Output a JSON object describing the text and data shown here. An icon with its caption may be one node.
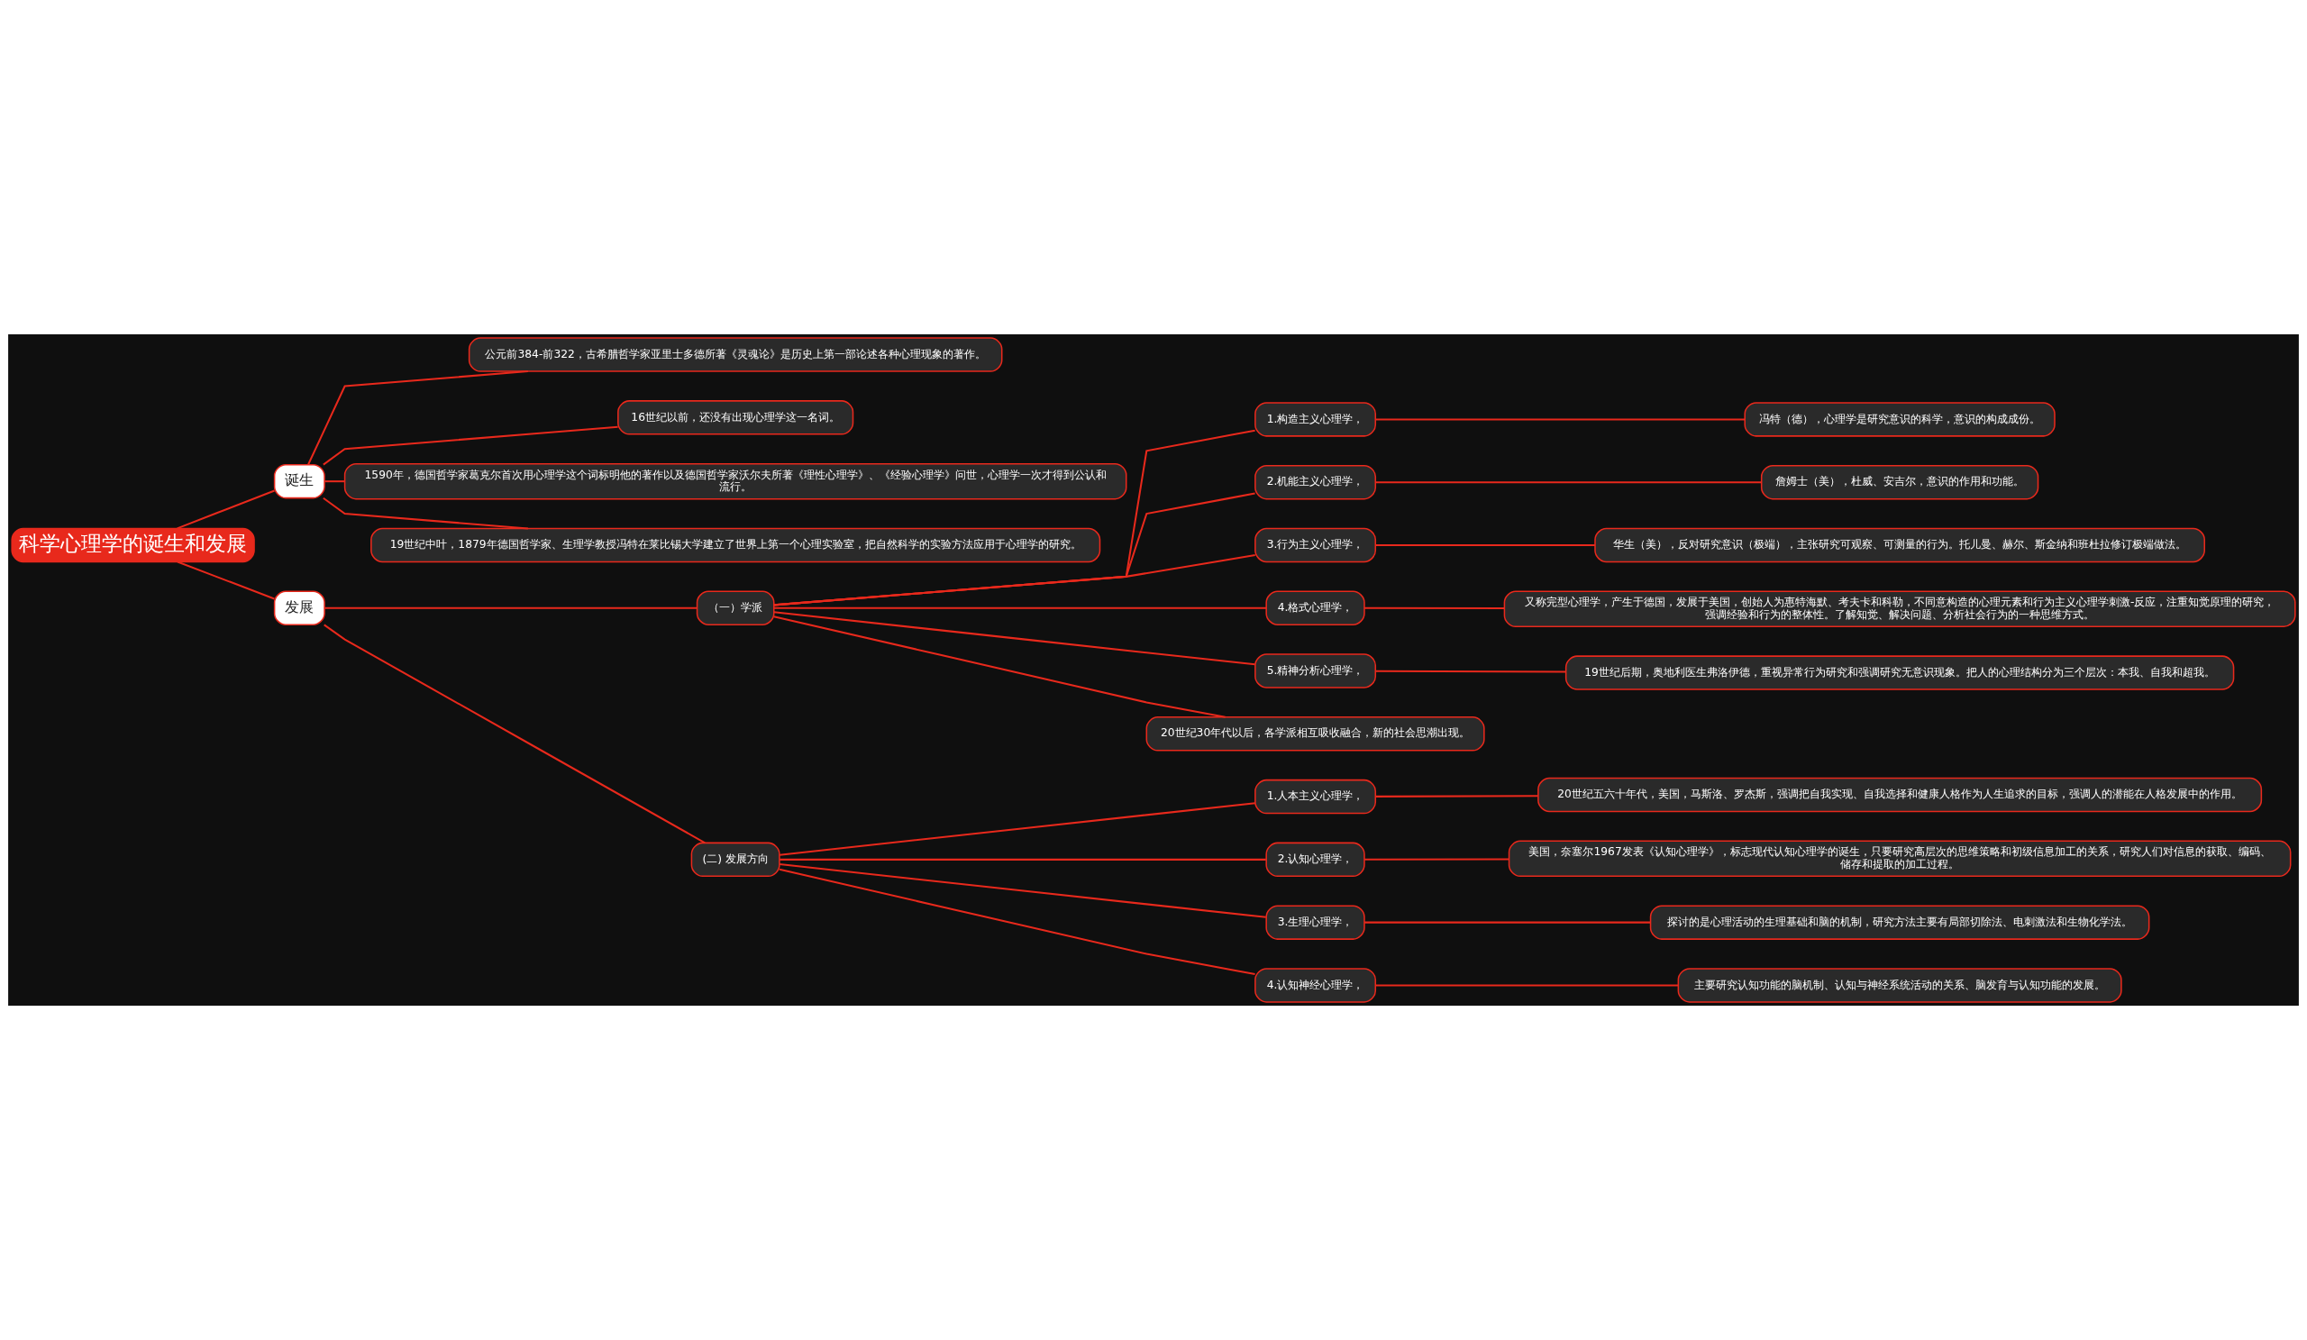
{
  "diagram": {
    "nodes": [
      {
        "text": [
          "科学心理学的诞生和发展"
        ]
      },
      {
        "text": [
          "诞生"
        ]
      },
      {
        "text": [
          "公元前384-前322，古希腊哲学家亚里士多德所著《灵魂论》是历史上第一部论述各种心理现象的著作。"
        ]
      },
      {
        "text": [
          "16世纪以前，还没有出现心理学这一名词。"
        ]
      },
      {
        "text": [
          "1590年，德国哲学家葛克尔首次用心理学这个词标明他的著作以及德国哲学家沃尔夫所著《理性心理学》、《经验心理学》问世，心理学一次才得到公认和流行。"
        ]
      },
      {
        "text": [
          "19世纪中叶，1879年德国哲学家、生理学教授冯特在莱比锡大学建立了世界上第一个心理实验室，把自然科学的实验方法应用于心理学的研究。"
        ]
      },
      {
        "text": [
          "发展"
        ]
      },
      {
        "text": [
          "（一）学派"
        ]
      },
      {
        "text": [
          "1.构造主义心理学，"
        ]
      },
      {
        "text": [
          "冯特（德），心理学是研究意识的科学，意识的构成成份。"
        ]
      },
      {
        "text": [
          "2.机能主义心理学，"
        ]
      },
      {
        "text": [
          "詹姆士（美），杜威、安吉尔，意识的作用和功能。"
        ]
      },
      {
        "text": [
          "3.行为主义心理学，"
        ]
      },
      {
        "text": [
          "华生（美），反对研究意识（极端），主张研究可观察、可测量的行为。托儿曼、赫尔、斯金纳和班杜拉修订极端做法。"
        ]
      },
      {
        "text": [
          "4.格式心理学，"
        ]
      },
      {
        "text": [
          "又称完型心理学，产生于德国，发展于美国，创始人为惠特海默、考夫卡和科勒，不同意构造的心理元素和行为主义心理学刺激-反应，注重知觉原理的研究，强调经验和行为的整体性。了解知觉、解决问题、分析社会行为的一种思维方式。"
        ]
      },
      {
        "text": [
          "5.精神分析心理学，"
        ]
      },
      {
        "text": [
          "19世纪后期，奥地利医生弗洛伊德，重视异常行为研究和强调研究无意识现象。把人的心理结构分为三个层次：本我、自我和超我。"
        ]
      },
      {
        "text": [
          "20世纪30年代以后，各学派相互吸收融合，新的社会思潮出现。"
        ]
      },
      {
        "text": [
          "(二) 发展方向"
        ]
      },
      {
        "text": [
          "1.人本主义心理学，"
        ]
      },
      {
        "text": [
          "20世纪五六十年代，美国，马斯洛、罗杰斯，强调把自我实现、自我选择和健康人格作为人生追求的目标，强调人的潜能在人格发展中的作用。"
        ]
      },
      {
        "text": [
          "2.认知心理学，"
        ]
      },
      {
        "text": [
          "美国，奈塞尔1967发表《认知心理学》，标志现代认知心理学的诞生，只要研究高层次的思维策略和初级信息加工的关系，研究人们对信息的获取、编码、储存和提取的加工过程。"
        ]
      },
      {
        "text": [
          "3.生理心理学，"
        ]
      },
      {
        "text": [
          "探讨的是心理活动的生理基础和脑的机制，研究方法主要有局部切除法、电刺激法和生物化学法。"
        ]
      },
      {
        "text": [
          "4.认知神经心理学，"
        ]
      },
      {
        "text": [
          "主要研究认知功能的脑机制、认知与神经系统活动的关系、脑发育与认知功能的发展。"
        ]
      }
    ],
    "edges": [
      {
        "from": 0,
        "to": 1,
        "arrow": "none"
      },
      {
        "from": 1,
        "to": 2,
        "arrow": "none"
      },
      {
        "from": 1,
        "to": 3,
        "arrow": "none"
      },
      {
        "from": 1,
        "to": 4,
        "arrow": "none"
      },
      {
        "from": 1,
        "to": 5,
        "arrow": "none"
      },
      {
        "from": 0,
        "to": 6,
        "arrow": "none"
      },
      {
        "from": 6,
        "to": 7,
        "arrow": "none"
      },
      {
        "from": 7,
        "to": 8,
        "arrow": "none"
      },
      {
        "from": 8,
        "to": 9,
        "arrow": "none"
      },
      {
        "from": 7,
        "to": 10,
        "arrow": "none"
      },
      {
        "from": 10,
        "to": 11,
        "arrow": "none"
      },
      {
        "from": 7,
        "to": 12,
        "arrow": "none"
      },
      {
        "from": 12,
        "to": 13,
        "arrow": "none"
      },
      {
        "from": 7,
        "to": 14,
        "arrow": "none"
      },
      {
        "from": 14,
        "to": 15,
        "arrow": "none"
      },
      {
        "from": 7,
        "to": 16,
        "arrow": "none"
      },
      {
        "from": 16,
        "to": 17,
        "arrow": "none"
      },
      {
        "from": 7,
        "to": 18,
        "arrow": "none"
      },
      {
        "from": 6,
        "to": 19,
        "arrow": "none"
      },
      {
        "from": 19,
        "to": 20,
        "arrow": "none"
      },
      {
        "from": 20,
        "to": 21,
        "arrow": "none"
      },
      {
        "from": 19,
        "to": 22,
        "arrow": "none"
      },
      {
        "from": 22,
        "to": 23,
        "arrow": "none"
      },
      {
        "from": 19,
        "to": 24,
        "arrow": "none"
      },
      {
        "from": 24,
        "to": 25,
        "arrow": "none"
      },
      {
        "from": 19,
        "to": 26,
        "arrow": "none"
      },
      {
        "from": 26,
        "to": 27,
        "arrow": "none"
      }
    ]
  }
}
